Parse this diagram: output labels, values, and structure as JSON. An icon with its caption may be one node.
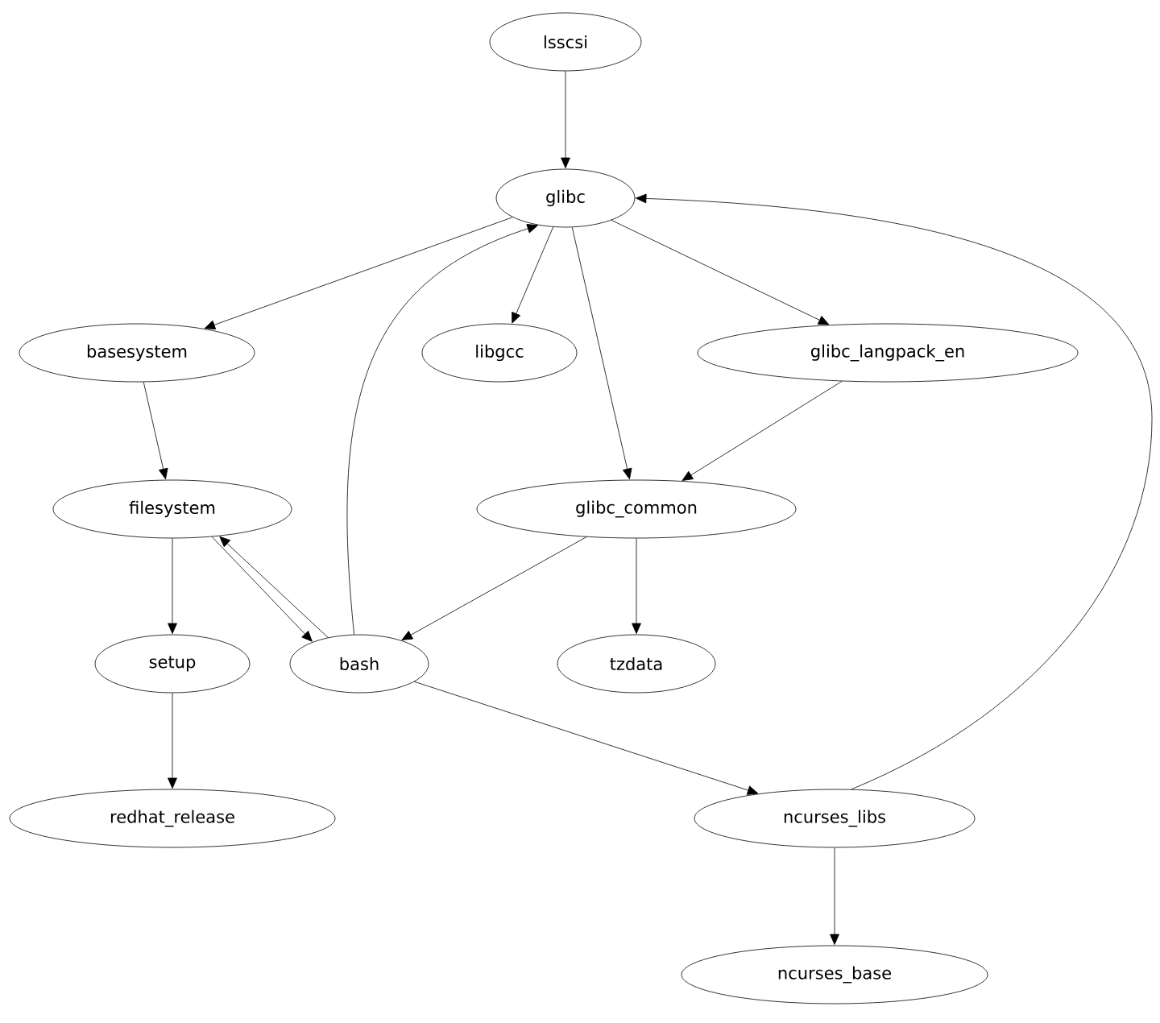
{
  "diagram": {
    "nodes": [
      {
        "text": [
          "lsscsi"
        ]
      },
      {
        "text": [
          "glibc"
        ]
      },
      {
        "text": [
          "basesystem"
        ]
      },
      {
        "text": [
          "libgcc"
        ]
      },
      {
        "text": [
          "glibc_langpack_en"
        ]
      },
      {
        "text": [
          "filesystem"
        ]
      },
      {
        "text": [
          "glibc_common"
        ]
      },
      {
        "text": [
          "setup"
        ]
      },
      {
        "text": [
          "bash"
        ]
      },
      {
        "text": [
          "tzdata"
        ]
      },
      {
        "text": [
          "redhat_release"
        ]
      },
      {
        "text": [
          "ncurses_libs"
        ]
      },
      {
        "text": [
          "ncurses_base"
        ]
      }
    ],
    "edges": [
      {
        "from": 0,
        "to": 1,
        "arrow": "to"
      },
      {
        "from": 1,
        "to": 2,
        "arrow": "to"
      },
      {
        "from": 1,
        "to": 3,
        "arrow": "to"
      },
      {
        "from": 1,
        "to": 4,
        "arrow": "to"
      },
      {
        "from": 1,
        "to": 6,
        "arrow": "to"
      },
      {
        "from": 4,
        "to": 6,
        "arrow": "to"
      },
      {
        "from": 2,
        "to": 5,
        "arrow": "to"
      },
      {
        "from": 5,
        "to": 7,
        "arrow": "to"
      },
      {
        "from": 5,
        "to": 8,
        "arrow": "to"
      },
      {
        "from": 8,
        "to": 5,
        "arrow": "to"
      },
      {
        "from": 8,
        "to": 1,
        "arrow": "to"
      },
      {
        "from": 6,
        "to": 8,
        "arrow": "to"
      },
      {
        "from": 6,
        "to": 9,
        "arrow": "to"
      },
      {
        "from": 7,
        "to": 10,
        "arrow": "to"
      },
      {
        "from": 8,
        "to": 11,
        "arrow": "to"
      },
      {
        "from": 11,
        "to": 12,
        "arrow": "to"
      },
      {
        "from": 11,
        "to": 1,
        "arrow": "to"
      }
    ]
  }
}
